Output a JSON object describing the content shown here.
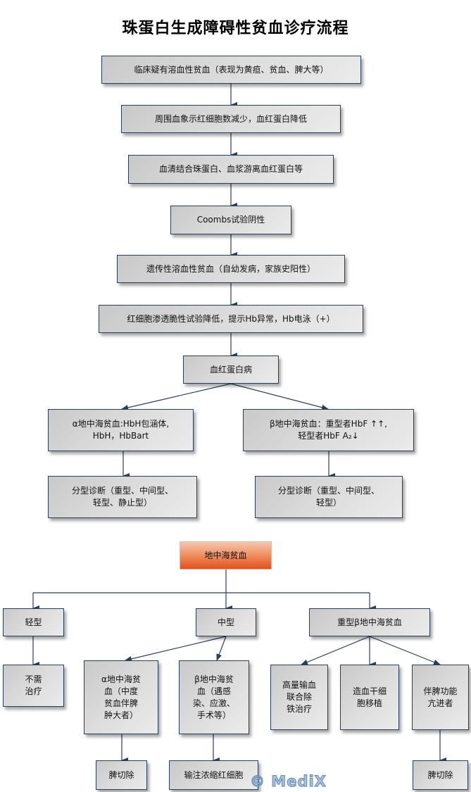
{
  "title": "珠蛋白生成障碍性贫血诊疗流程",
  "flow1": {
    "step1": "临床疑有溶血性贫血（表现为黄疸、贫血、脾大等）",
    "step2": "周围血象示红细胞数减少，血红蛋白降低",
    "step3": "血清结合珠蛋白、血浆游离血红蛋白等",
    "step4": "Coombs试验阴性",
    "step5": "遗传性溶血性贫血（自幼发病，家族史阳性）",
    "step6": "红细胞渗透脆性试验降低，提示Hb异常，Hb电泳（+）",
    "step7": "血红蛋白病",
    "alpha": "α地中海贫血:HbH包涵体,\n    HbH，HbBart",
    "beta": "β地中海贫血：重型者HbF ↑↑,\n      轻型者HbF A₂↓",
    "alpha_dx": "分型诊断（重型、中间型、\n轻型、静止型）",
    "beta_dx": "分型诊断（重型、中间型、\n轻型）"
  },
  "flow2": {
    "root": "地中海贫血",
    "mild": "轻型",
    "intermediate": "中型",
    "major": "重型β地中海贫血",
    "no_treatment": "不需\n治疗",
    "alpha_inter": "α地中海贫\n血（中度\n贫血伴脾\n肿大者）",
    "beta_inter": "β地中海贫\n血（遇感\n染、应激、\n手术等）",
    "transfusion": "高量输血\n联合除\n铁治疗",
    "stem_cell": "造血干细\n胞移植",
    "hypersplenism": "伴脾功能\n亢进者",
    "splenectomy1": "脾切除",
    "packed_rbc": "输注浓缩红细胞",
    "splenectomy2": "脾切除"
  },
  "watermark": "© MediX",
  "colors": {
    "line": "#2b3f57",
    "box_fill": "#d9d9d9",
    "root_fill": "#e8642a"
  }
}
